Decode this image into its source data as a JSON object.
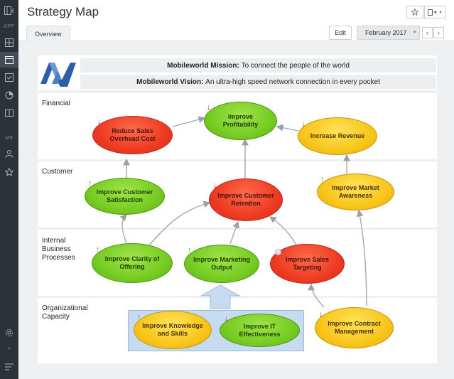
{
  "header": {
    "title": "Strategy Map"
  },
  "tabs": [
    {
      "label": "Overview"
    }
  ],
  "toolbar": {
    "edit_label": "Edit",
    "period": "February 2017"
  },
  "sidebar": {
    "sections": [
      "APP",
      "ME"
    ]
  },
  "map": {
    "mission_label": "Mobileworld Mission:",
    "mission_text": "To connect the people of the world",
    "vision_label": "Mobileworld Vision:",
    "vision_text": "An ultra-high speed network connection in every pocket",
    "perspectives": [
      "Financial",
      "Customer",
      "Internal Business Processes",
      "Organizational Capacity"
    ],
    "objectives": [
      {
        "label": "Reduce Sales Overhead Cost",
        "status": "red",
        "trend": "down"
      },
      {
        "label": "Improve Profitability",
        "status": "green",
        "trend": "down"
      },
      {
        "label": "Increase Revenue",
        "status": "yellow",
        "trend": "down"
      },
      {
        "label": "Improve Customer Satisfaction",
        "status": "green",
        "trend": "up"
      },
      {
        "label": "Improve Customer Retention",
        "status": "red",
        "trend": "down"
      },
      {
        "label": "Improve Market Awareness",
        "status": "yellow",
        "trend": "up"
      },
      {
        "label": "Improve Clarity of Offering",
        "status": "green",
        "trend": "up"
      },
      {
        "label": "Improve Marketing Output",
        "status": "green",
        "trend": "up"
      },
      {
        "label": "Improve Sales Targeting",
        "status": "red",
        "trend": "flat"
      },
      {
        "label": "Improve Knowledge and Skills",
        "status": "yellow",
        "trend": "up"
      },
      {
        "label": "Improve IT Effectiveness",
        "status": "green",
        "trend": "down"
      },
      {
        "label": "Improve Contract Management",
        "status": "yellow",
        "trend": "down"
      }
    ]
  },
  "colors": {
    "red": "#ee3b22",
    "green": "#77cc22",
    "yellow": "#f8c61b",
    "sidebar": "#2d3238",
    "logo": "#2c5fa8"
  },
  "icons": {
    "star": "star-icon",
    "share": "share-icon",
    "prev": "chevron-left-icon",
    "next": "chevron-right-icon"
  }
}
